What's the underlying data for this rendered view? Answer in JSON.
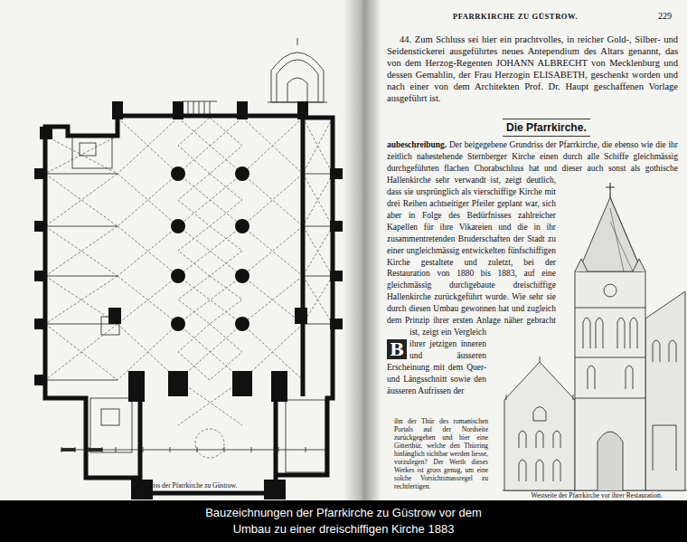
{
  "diagram": {
    "title": "Die Pfarrkirche.",
    "caption": "Bauzeichnungen der Pfarrkirche zu Güstrow vor dem Umbau zu einer dreischiffigen Kirche 1883",
    "labels": [
      "PFARRKIRCHE ZU GÜSTROW.",
      "229",
      "44. Zum Schluss sei hier ein prachtvolles, in reicher Gold-, Silber- und Seidenstickerei ausgeführtes neues Antependium des Altars genannt, das von dem Herzog-Regenten JOHANN ALBRECHT von Mecklenburg und dessen Gemahlin, der Frau Herzogin ELISABETH, geschenkt worden und nach einer von dem Architekten Prof. Dr. Haupt geschaffenen Vorlage ausgeführt ist.",
      "Baubeschreibung.",
      "Der beigegebene Grundriss der Pfarrkirche, die ebenso wie die ihr zeitlich nahestehende Sternberger Kirche einen durch alle Schiffe gleichmässig durchgeführten flachen Chorabschluss hat und dieser auch sonst als gothische Hallenkirche sehr verwandt ist, zeigt deutlich, dass sie ursprünglich als vierschiffige Kirche mit drei Reihen achtseitiger Pfeiler geplant war, sich aber in Folge des Bedürfnisses zahlreicher Kapellen für ihre Vikareien und die in ihr zusammentretenden Bruderschaften der Stadt zu einer ungleichmässig entwickelten fünfschiffigen Kirche gestaltete und zuletzt, bei der Restauration von 1880 bis 1883, auf eine gleichmässig durchgebaute dreischiffige Hallenkirche zurückgeführt wurde. Wie sehr sie durch diesen Umbau gewonnen hat und zugleich dem Prinzip ihrer ersten Anlage näher gebracht ist, zeigt ein Vergleich ihrer jetzigen inneren und äusseren Erscheinung mit dem Quer- und Längsschnitt sowie den äusseren Aufrissen der",
      "ihn der Thür des romanischen Portals auf der Nordseite zurückgegeben und hier eine Gitterthür, welche den Thürring hinlänglich sichtbar werden liesse, vorzulegen? Der Werth dieses Werkes ist gross genug, um eine solche Vorsichtsmassregel zu rechtfertigen.",
      "Grundriss der Pfarrkirche zu Güstrow.",
      "Westseite der Pfarrkirche vor ihrer Restauration."
    ]
  }
}
